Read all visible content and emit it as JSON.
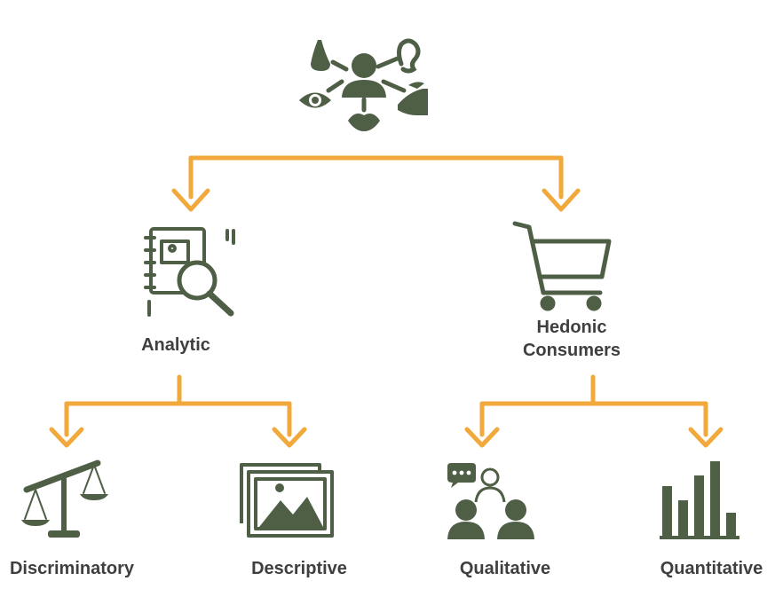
{
  "colors": {
    "icon": "#4f5f46",
    "connector": "#f0a93a",
    "text": "#3f3f3f"
  },
  "root": {
    "icon": "five-senses-icon"
  },
  "branches": [
    {
      "label": "Analytic",
      "icon": "document-search-icon",
      "children": [
        {
          "label": "Discriminatory",
          "icon": "balance-scale-icon"
        },
        {
          "label": "Descriptive",
          "icon": "image-gallery-icon"
        }
      ]
    },
    {
      "label_line1": "Hedonic",
      "label_line2": "Consumers",
      "icon": "shopping-cart-icon",
      "children": [
        {
          "label": "Qualitative",
          "icon": "group-discussion-icon"
        },
        {
          "label": "Quantitative",
          "icon": "bar-chart-icon"
        }
      ]
    }
  ]
}
